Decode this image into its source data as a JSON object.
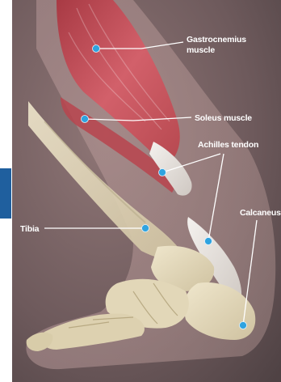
{
  "labels": {
    "gastrocnemius_line1": "Gastrocnemius",
    "gastrocnemius_line2": "muscle",
    "soleus": "Soleus muscle",
    "achilles": "Achilles tendon",
    "tibia": "Tibia",
    "calcaneus": "Calcaneus"
  },
  "colors": {
    "side_tab": "#1f5f9e",
    "pointer_dot": "#2fa3e0",
    "background": "#6f5a5c",
    "muscle": "#c8505a",
    "bone": "#e6dcc0"
  }
}
